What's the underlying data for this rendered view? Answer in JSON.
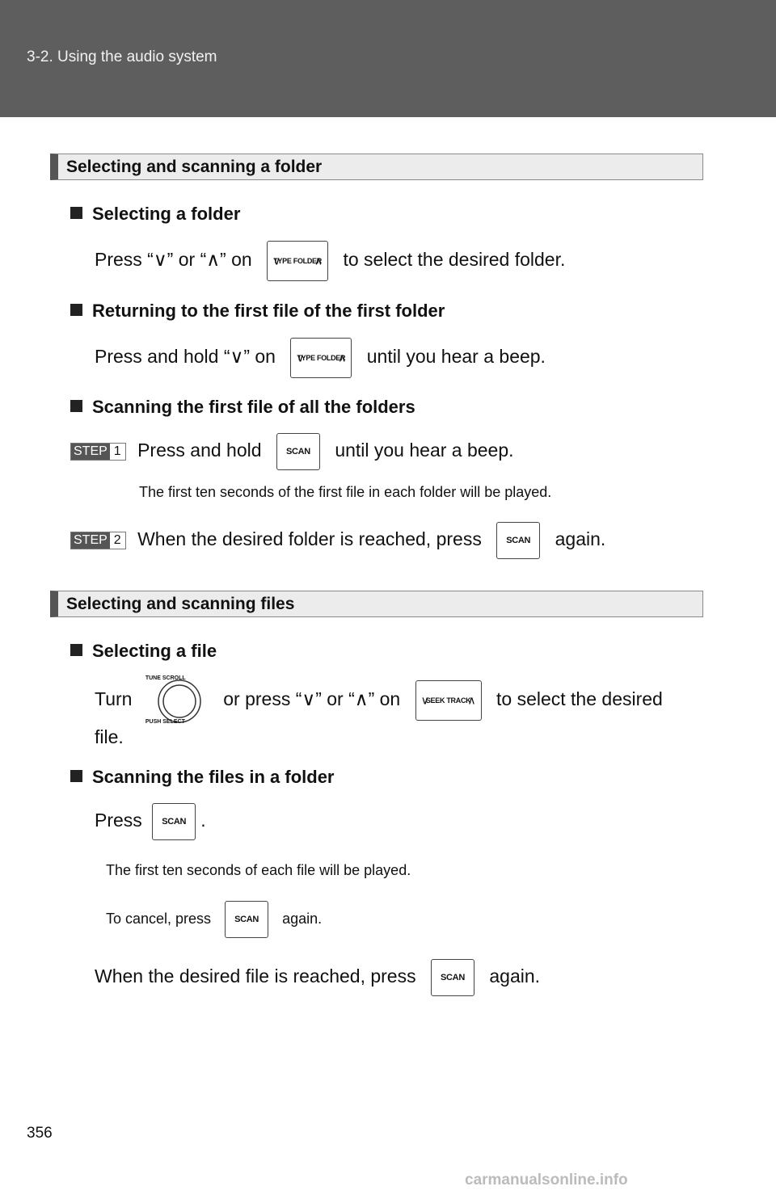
{
  "header": {
    "section_title": "3-2. Using the audio system"
  },
  "page_number": "356",
  "watermark": "carmanualsonline.info",
  "folder_section": {
    "title": "Selecting and scanning a folder",
    "select_folder": {
      "heading": "Selecting a folder",
      "text_pre": "Press “∨” or “∧” on",
      "button_label": "TYPE FOLDER",
      "text_post": "to select the desired folder."
    },
    "return_first": {
      "heading": "Returning to the first file of the first folder",
      "text_pre": "Press and hold “∨” on",
      "button_label": "TYPE FOLDER",
      "text_post": "until you hear a beep."
    },
    "scan_all": {
      "heading": "Scanning the first file of all the folders",
      "step1": {
        "step_word": "STEP",
        "step_num": "1",
        "text_pre": "Press and hold",
        "button_label": "SCAN",
        "text_post": "until you hear a beep."
      },
      "note": "The first ten seconds of the first file in each folder will be played.",
      "step2": {
        "step_word": "STEP",
        "step_num": "2",
        "text_pre": "When the desired folder is reached, press",
        "button_label": "SCAN",
        "text_post": "again."
      }
    }
  },
  "files_section": {
    "title": "Selecting and scanning files",
    "select_file": {
      "heading": "Selecting a file",
      "text_pre": "Turn",
      "knob_top": "TUNE SCROLL",
      "knob_bottom": "PUSH SELECT",
      "text_mid": "or press “∨” or “∧” on",
      "button_label": "SEEK TRACK",
      "text_post": "to select the desired",
      "text_wrap": "file."
    },
    "scan_files": {
      "heading": "Scanning the files in a folder",
      "text_pre": "Press",
      "button_label": "SCAN",
      "text_post": ".",
      "note1": "The first ten seconds of each file will be played.",
      "note2_pre": "To cancel, press",
      "note2_post": "again.",
      "final_pre": "When the desired file is reached, press",
      "final_post": "again."
    }
  }
}
